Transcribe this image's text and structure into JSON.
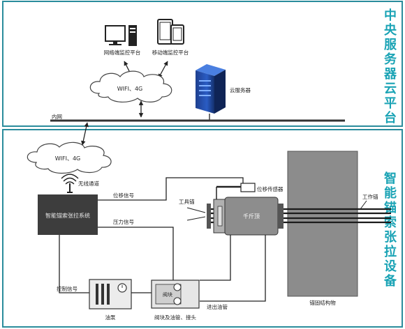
{
  "top": {
    "title": "中央服务器云平台",
    "network_platform": "网络端监控平台",
    "mobile_platform": "移动端监控平台",
    "cloud_label": "WIFI、4G",
    "server_label": "云服务器",
    "intranet_label": "内网"
  },
  "bottom": {
    "title": "智能锚索张拉设备",
    "cloud_label": "WIFI、4G",
    "wireless_label": "无线通道",
    "control_system": "智能锚索张拉系统",
    "displacement_signal": "位移信号",
    "force_signal": "压力信号",
    "control_signal": "控制信号",
    "tool_anchor": "工具锚",
    "jack": "千斤顶",
    "displacement_sensor": "位移传感器",
    "working_anchor": "工作锚",
    "pump": "油泵",
    "valve_block": "阀块",
    "valve_assembly": "阀块及油管、接头",
    "oil_pipe": "进出油管",
    "anchored_structure": "锚固结构物"
  },
  "colors": {
    "accent": "#1aa3b5",
    "border": "#2a8c9c",
    "control_box": "#3d3d3d",
    "structure": "#8c8c8c"
  }
}
